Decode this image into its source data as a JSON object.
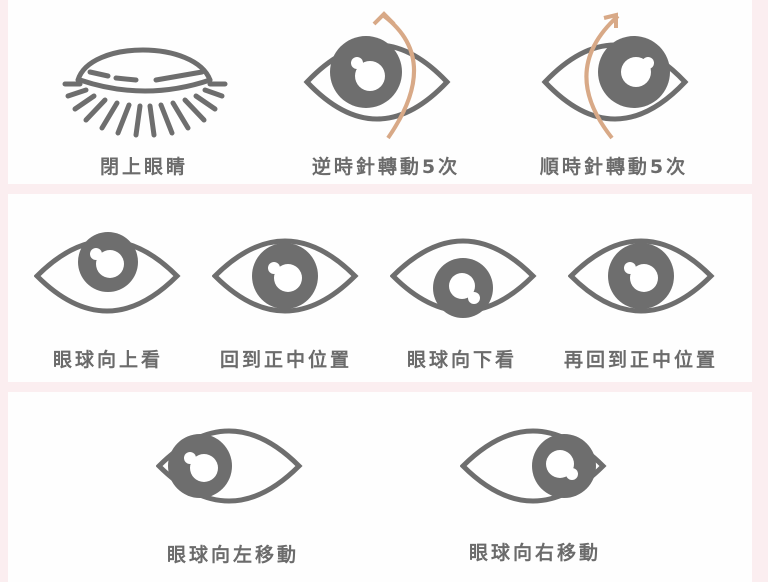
{
  "colors": {
    "icon": "#6e6e6e",
    "arrow": "#d8a987",
    "label": "#6b6b6b",
    "panel_bg": "#fefefe",
    "separator": "#fbeef0"
  },
  "rows": [
    {
      "items": [
        {
          "icon": "closed-eye-icon",
          "label": "閉上眼睛"
        },
        {
          "icon": "eye-counterclockwise-icon",
          "label": "逆時針轉動5次"
        },
        {
          "icon": "eye-clockwise-icon",
          "label": "順時針轉動5次"
        }
      ]
    },
    {
      "items": [
        {
          "icon": "eye-look-up-icon",
          "label": "眼球向上看"
        },
        {
          "icon": "eye-center-icon",
          "label": "回到正中位置"
        },
        {
          "icon": "eye-look-down-icon",
          "label": "眼球向下看"
        },
        {
          "icon": "eye-center-icon",
          "label": "再回到正中位置"
        }
      ]
    },
    {
      "items": [
        {
          "icon": "eye-look-left-icon",
          "label": "眼球向左移動"
        },
        {
          "icon": "eye-look-right-icon",
          "label": "眼球向右移動"
        }
      ]
    }
  ]
}
